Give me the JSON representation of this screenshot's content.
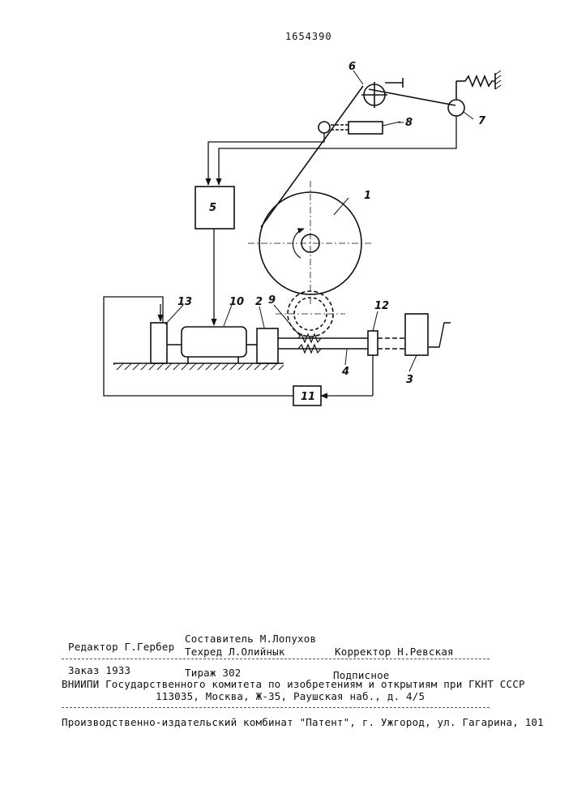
{
  "header": {
    "patent_number": "1654390"
  },
  "figure": {
    "labels": {
      "l1": "1",
      "l2": "2",
      "l3": "3",
      "l4": "4",
      "l5": "5",
      "l6": "6",
      "l7": "7",
      "l8": "8",
      "l9": "9",
      "l10": "10",
      "l11": "11",
      "l12": "12",
      "l13": "13"
    }
  },
  "footer": {
    "compiler": "Составитель М.Лопухов",
    "editor": "Редактор Г.Гербер",
    "techred": "Техред Л.Олийнык",
    "corrector": "Корректор Н.Ревская",
    "order": "Заказ 1933",
    "circulation": "Тираж 302",
    "subscription": "Подписное",
    "institute": "ВНИИПИ Государственного комитета по изобретениям и открытиям при ГКНТ СССР",
    "address": "113035, Москва, Ж-35, Раушская наб., д. 4/5",
    "publisher": "Производственно-издательский комбинат \"Патент\", г. Ужгород, ул. Гагарина, 101"
  }
}
